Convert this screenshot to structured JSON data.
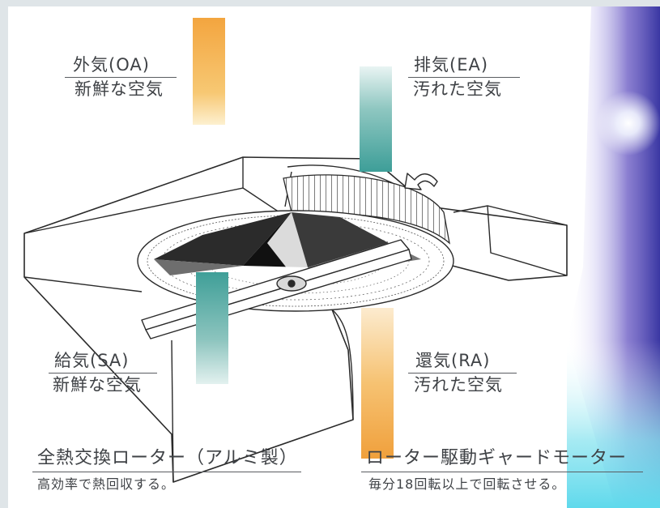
{
  "labels": {
    "oa": {
      "code": "外気(OA)",
      "desc": "新鮮な空気"
    },
    "ea": {
      "code": "排気(EA)",
      "desc": "汚れた空気"
    },
    "sa": {
      "code": "給気(SA)",
      "desc": "新鮮な空気"
    },
    "ra": {
      "code": "還気(RA)",
      "desc": "汚れた空気"
    }
  },
  "captions": {
    "rotor": {
      "title": "全熱交換ローター（アルミ製）",
      "subtitle": "高効率で熱回収する。"
    },
    "motor": {
      "title": "ローター駆動ギャードモーター",
      "subtitle": "毎分18回転以上で回転させる。"
    }
  },
  "colors": {
    "fresh_air": "#f2a640",
    "exhaust_air": "#3f9f98",
    "text": "#3f4246",
    "line": "#2a2a2a"
  },
  "icons": [
    "rotation-arrow-icon"
  ]
}
